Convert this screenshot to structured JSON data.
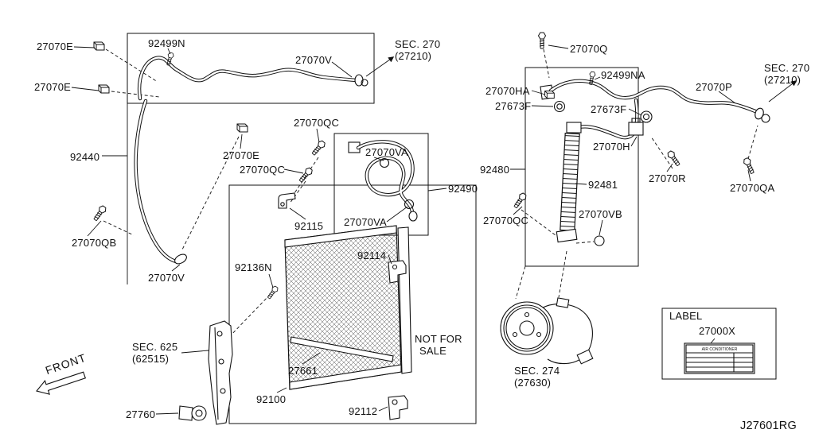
{
  "drawing_code": "J27601RG",
  "front_label": "FRONT",
  "notes": {
    "not_for_sale_line1": "NOT FOR",
    "not_for_sale_line2": "SALE"
  },
  "label_box": {
    "title": "LABEL",
    "part_number": "27000X",
    "sticker_title": "AIR CONDITIONER"
  },
  "sections": {
    "sec270_left": {
      "line1": "SEC. 270",
      "line2": "(27210)"
    },
    "sec270_right": {
      "line1": "SEC. 270",
      "line2": "(27210)"
    },
    "sec625": {
      "line1": "SEC. 625",
      "line2": "(62515)"
    },
    "sec274": {
      "line1": "SEC. 274",
      "line2": "(27630)"
    }
  },
  "callouts": [
    {
      "text": "27070E"
    },
    {
      "text": "27070E"
    },
    {
      "text": "92499N"
    },
    {
      "text": "27070V"
    },
    {
      "text": "27070Q"
    },
    {
      "text": "92499NA"
    },
    {
      "text": "27070HA"
    },
    {
      "text": "27673F"
    },
    {
      "text": "27673F"
    },
    {
      "text": "27070P"
    },
    {
      "text": "27070QC"
    },
    {
      "text": "27070E"
    },
    {
      "text": "27070VA"
    },
    {
      "text": "92440"
    },
    {
      "text": "27070QC"
    },
    {
      "text": "27070H"
    },
    {
      "text": "92480"
    },
    {
      "text": "27070R"
    },
    {
      "text": "92481"
    },
    {
      "text": "27070QA"
    },
    {
      "text": "92490"
    },
    {
      "text": "27070VA"
    },
    {
      "text": "27070QC"
    },
    {
      "text": "27070VB"
    },
    {
      "text": "92115"
    },
    {
      "text": "27070QB"
    },
    {
      "text": "92136N"
    },
    {
      "text": "92114"
    },
    {
      "text": "27070V"
    },
    {
      "text": "27661"
    },
    {
      "text": "92100"
    },
    {
      "text": "27760"
    },
    {
      "text": "92112"
    }
  ]
}
